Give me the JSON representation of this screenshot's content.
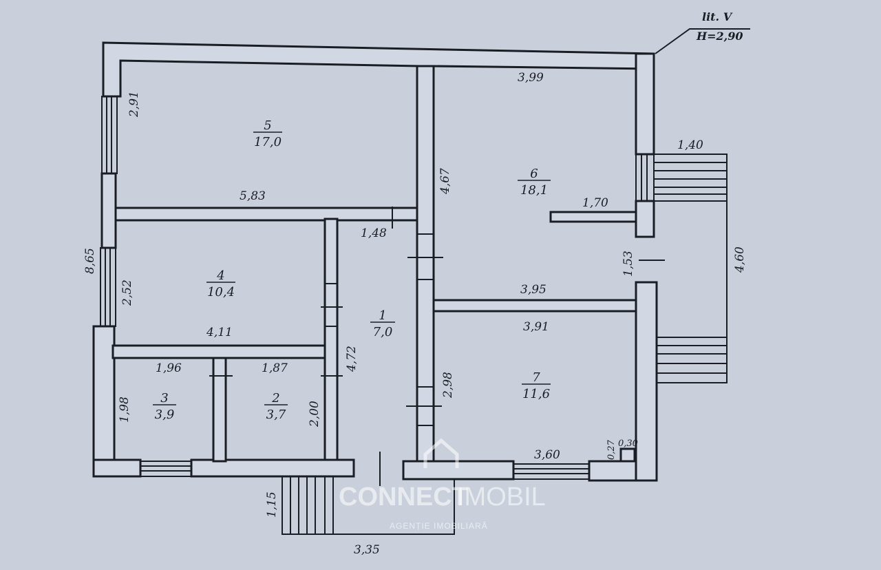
{
  "header": {
    "title": "lit. V",
    "height": "H=2,90"
  },
  "rooms": [
    {
      "number": "5",
      "area": "17,0"
    },
    {
      "number": "6",
      "area": "18,1"
    },
    {
      "number": "4",
      "area": "10,4"
    },
    {
      "number": "1",
      "area": "7,0"
    },
    {
      "number": "7",
      "area": "11,6"
    },
    {
      "number": "3",
      "area": "3,9"
    },
    {
      "number": "2",
      "area": "3,7"
    }
  ],
  "dimensions": {
    "d291": "2,91",
    "d583": "5,83",
    "d399": "3,99",
    "d467": "4,67",
    "d170": "1,70",
    "d140": "1,40",
    "d460": "4,60",
    "d153": "1,53",
    "d395": "3,95",
    "d148": "1,48",
    "d865": "8,65",
    "d252": "2,52",
    "d411": "4,11",
    "d472": "4,72",
    "d391": "3,91",
    "d298": "2,98",
    "d196": "1,96",
    "d187": "1,87",
    "d198": "1,98",
    "d200": "2,00",
    "d360": "3,60",
    "d027": "0,27",
    "d030": "0,30",
    "d115": "1,15",
    "d335": "3,35"
  },
  "watermark": {
    "brand_a": "CONNECT",
    "brand_b": "IMOBIL",
    "tagline": "AGENȚIE IMOBILIARĂ"
  },
  "colors": {
    "paper": "#c9d0dc",
    "ink": "#1b1d24",
    "wall_fill": "#d2d8e3",
    "watermark": "#ffffff"
  }
}
